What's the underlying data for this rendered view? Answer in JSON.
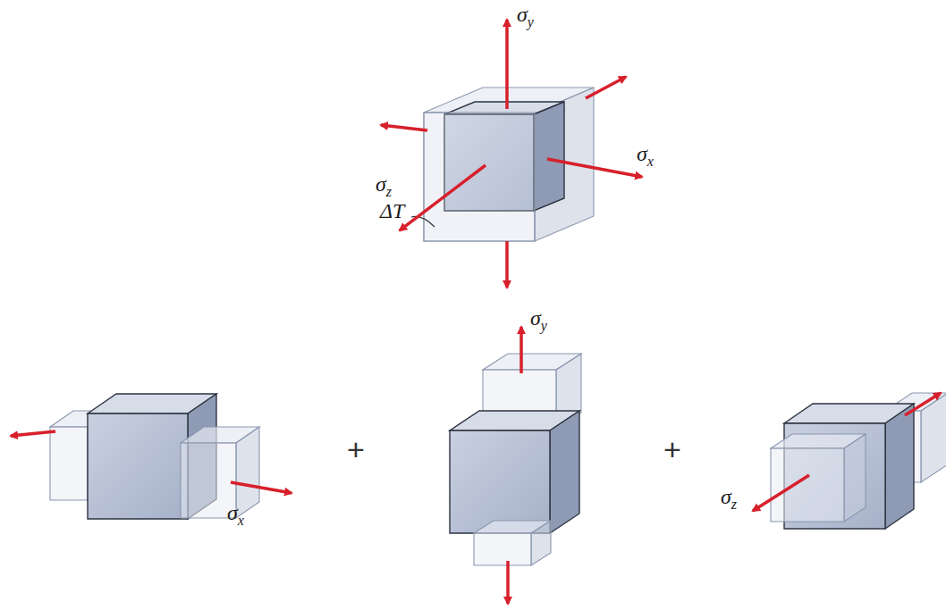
{
  "diagram": {
    "labels": [
      "σy",
      "σx",
      "σz",
      "ΔT",
      "σx",
      "+",
      "σy",
      "+",
      "σz"
    ]
  }
}
